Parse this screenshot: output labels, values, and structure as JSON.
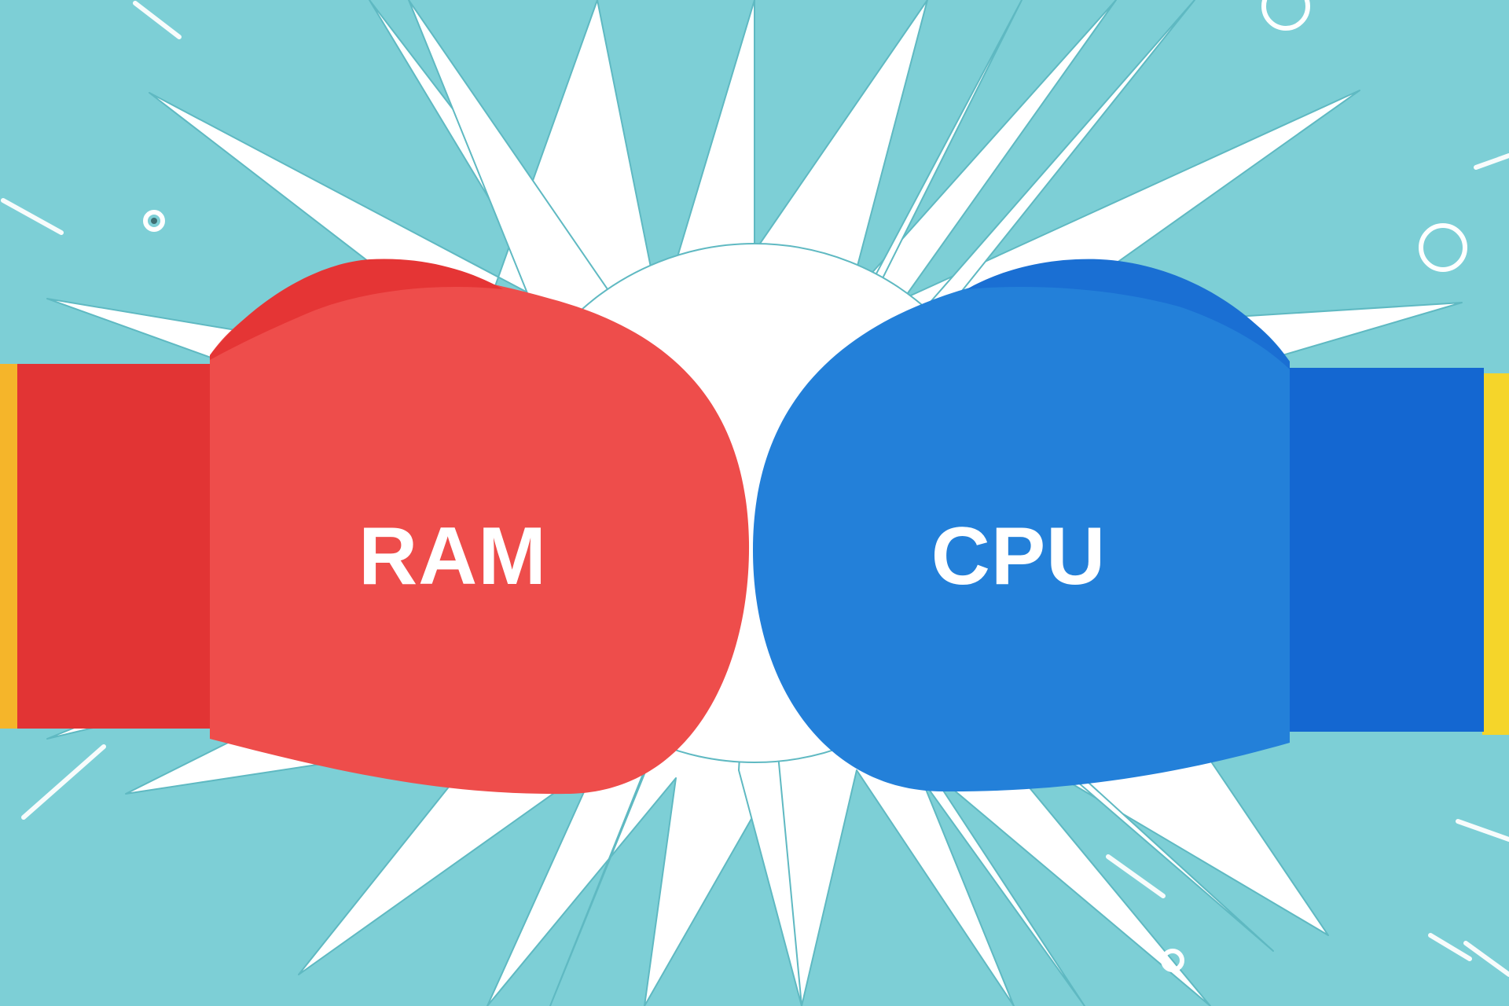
{
  "scene": {
    "description": "Two boxing gloves punching each other over a white starburst",
    "background_color": "#7dcfd6",
    "burst_color": "#ffffff"
  },
  "left_glove": {
    "label": "RAM",
    "body_color": "#ee4d4b",
    "thumb_color": "#e53535",
    "cuff_color": "#e23434",
    "tape_color": "#f5b52a"
  },
  "right_glove": {
    "label": "CPU",
    "body_color": "#2380d9",
    "thumb_color": "#1a6fd3",
    "cuff_color": "#1467d1",
    "tape_color": "#f5d52a"
  }
}
